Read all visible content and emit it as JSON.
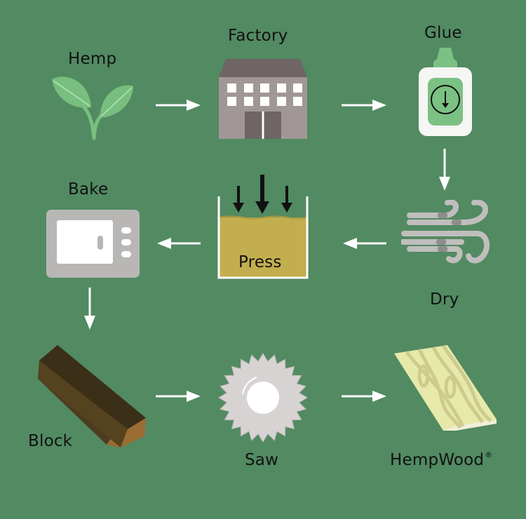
{
  "diagram": {
    "title": "HempWood production process",
    "background_color": "#528a62",
    "steps": [
      {
        "id": "hemp",
        "label": "Hemp",
        "icon": "hemp-plant-icon"
      },
      {
        "id": "factory",
        "label": "Factory",
        "icon": "factory-building-icon"
      },
      {
        "id": "glue",
        "label": "Glue",
        "icon": "glue-bottle-icon"
      },
      {
        "id": "dry",
        "label": "Dry",
        "icon": "wind-icon"
      },
      {
        "id": "press",
        "label": "Press",
        "icon": "press-container-icon"
      },
      {
        "id": "bake",
        "label": "Bake",
        "icon": "oven-icon"
      },
      {
        "id": "block",
        "label": "Block",
        "icon": "wood-block-icon"
      },
      {
        "id": "saw",
        "label": "Saw",
        "icon": "saw-blade-icon"
      },
      {
        "id": "hempwood",
        "label": "HempWood",
        "trademark": "®",
        "icon": "wood-plank-icon"
      }
    ],
    "flow": [
      {
        "from": "hemp",
        "to": "factory",
        "direction": "right"
      },
      {
        "from": "factory",
        "to": "glue",
        "direction": "right"
      },
      {
        "from": "glue",
        "to": "dry",
        "direction": "down"
      },
      {
        "from": "dry",
        "to": "press",
        "direction": "left"
      },
      {
        "from": "press",
        "to": "bake",
        "direction": "left"
      },
      {
        "from": "bake",
        "to": "block",
        "direction": "down"
      },
      {
        "from": "block",
        "to": "saw",
        "direction": "right"
      },
      {
        "from": "saw",
        "to": "hempwood",
        "direction": "right"
      }
    ]
  }
}
